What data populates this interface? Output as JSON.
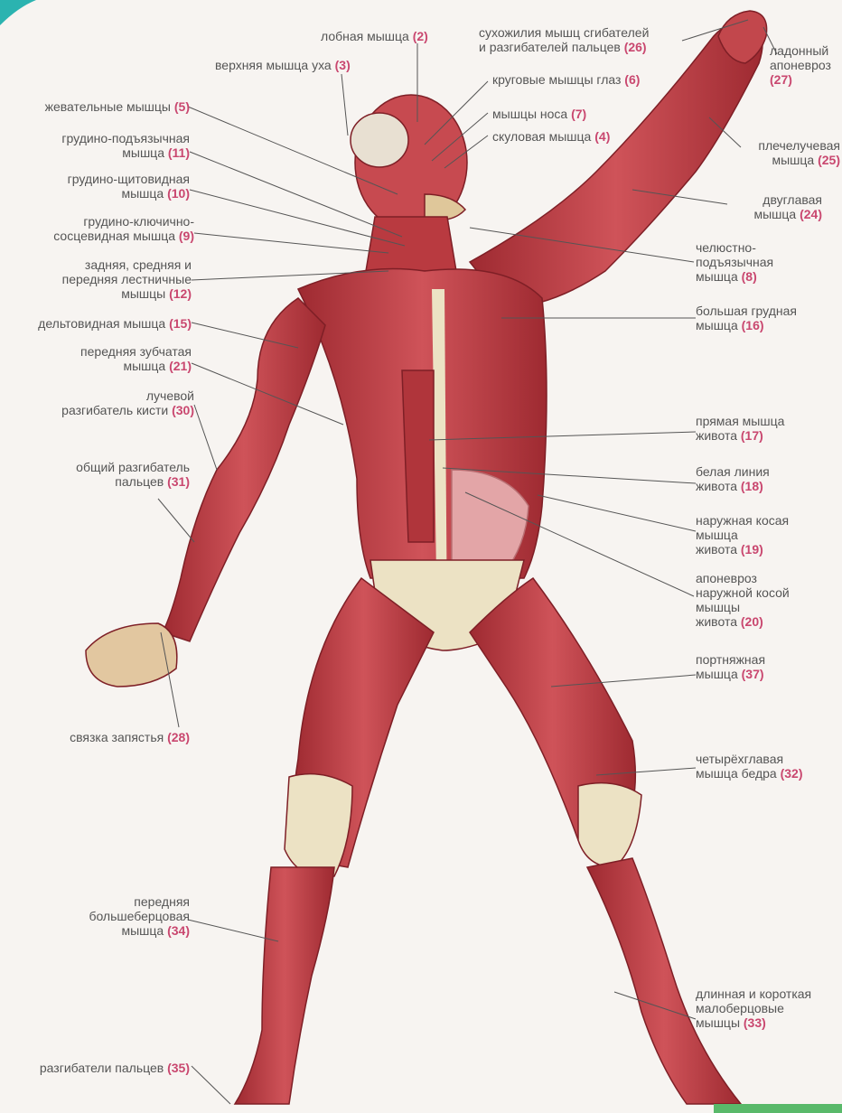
{
  "colors": {
    "label": "#555555",
    "number": "#c9476f",
    "muscle": "#b4353a",
    "muscle_light": "#d8656a",
    "tendon": "#ece2c4",
    "line": "#555555",
    "accent": "#2bb3b0",
    "bar": "#59b96a"
  },
  "labels": [
    {
      "id": "l2",
      "text": "лобная мышца",
      "num": "(2)"
    },
    {
      "id": "l3",
      "text": "верхняя мышца уха",
      "num": "(3)"
    },
    {
      "id": "l26",
      "text": "сухожилия мышц сгибателей\nи разгибателей пальцев",
      "num": "(26)"
    },
    {
      "id": "l6",
      "text": "круговые мышцы глаз",
      "num": "(6)"
    },
    {
      "id": "l27",
      "text": "ладонный\nапоневроз",
      "num": "(27)"
    },
    {
      "id": "l7",
      "text": "мышцы носа",
      "num": "(7)"
    },
    {
      "id": "l4",
      "text": "скуловая мышца",
      "num": "(4)"
    },
    {
      "id": "l5",
      "text": "жевательные мышцы",
      "num": "(5)"
    },
    {
      "id": "l11",
      "text": "грудино-подъязычная\nмышца",
      "num": "(11)"
    },
    {
      "id": "l10",
      "text": "грудино-щитовидная\nмышца",
      "num": "(10)"
    },
    {
      "id": "l9",
      "text": "грудино-ключично-\nсосцевидная мышца",
      "num": "(9)"
    },
    {
      "id": "l12",
      "text": "задняя, средняя и\nпередняя лестничные\nмышцы",
      "num": "(12)"
    },
    {
      "id": "l15",
      "text": "дельтовидная мышца",
      "num": "(15)"
    },
    {
      "id": "l21",
      "text": "передняя зубчатая\nмышца",
      "num": "(21)"
    },
    {
      "id": "l30",
      "text": "лучевой\nразгибатель кисти",
      "num": "(30)"
    },
    {
      "id": "l31",
      "text": "общий разгибатель\nпальцев",
      "num": "(31)"
    },
    {
      "id": "l28",
      "text": "связка запястья",
      "num": "(28)"
    },
    {
      "id": "l34",
      "text": "передняя\nбольшеберцовая\nмышца",
      "num": "(34)"
    },
    {
      "id": "l35",
      "text": "разгибатели пальцев",
      "num": "(35)"
    },
    {
      "id": "l25",
      "text": "плечелучевая\nмышца",
      "num": "(25)"
    },
    {
      "id": "l24",
      "text": "двуглавая\nмышца",
      "num": "(24)"
    },
    {
      "id": "l8",
      "text": "челюстно-\nподъязычная\nмышца",
      "num": "(8)"
    },
    {
      "id": "l16",
      "text": "большая грудная\nмышца",
      "num": "(16)"
    },
    {
      "id": "l17",
      "text": "прямая мышца\nживота",
      "num": "(17)"
    },
    {
      "id": "l18",
      "text": "белая линия\nживота",
      "num": "(18)"
    },
    {
      "id": "l19",
      "text": "наружная косая\nмышца\nживота",
      "num": "(19)"
    },
    {
      "id": "l20",
      "text": "апоневроз\nнаружной косой\nмышцы\nживота",
      "num": "(20)"
    },
    {
      "id": "l37",
      "text": "портняжная\nмышца",
      "num": "(37)"
    },
    {
      "id": "l32",
      "text": "четырёхглавая\nмышца бедра",
      "num": "(32)"
    },
    {
      "id": "l33",
      "text": "длинная и короткая\nмалоберцовые\nмышцы",
      "num": "(33)"
    }
  ]
}
